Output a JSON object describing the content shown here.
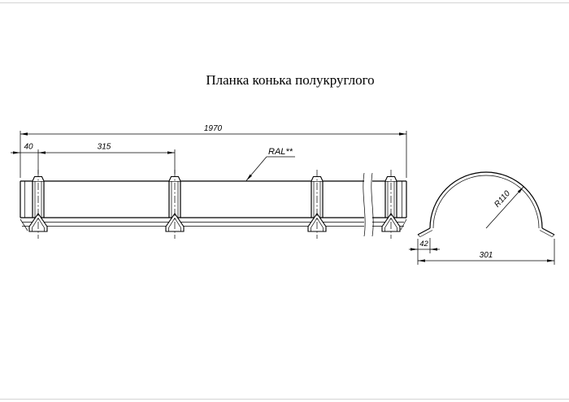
{
  "title": "Планка конька полукруглого",
  "front_view": {
    "dim_length": "1970",
    "dim_end_offset": "40",
    "dim_rib_spacing": "315",
    "coating_label": "RAL**"
  },
  "section_view": {
    "dim_radius": "R110",
    "dim_flange_width": "42",
    "dim_overall_width": "301"
  }
}
